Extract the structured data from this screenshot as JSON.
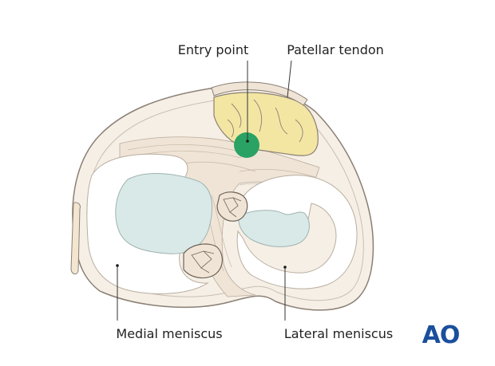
{
  "labels": {
    "entry_point": "Entry point",
    "patellar_tendon": "Patellar tendon",
    "medial_meniscus": "Medial meniscus",
    "lateral_meniscus": "Lateral meniscus"
  },
  "logo": {
    "text": "AO",
    "color": "#1a4f9c"
  },
  "colors": {
    "bone_fill": "#f6efe6",
    "outline": "#8a7f74",
    "meniscus": "#ffffff",
    "cartilage": "#d9e9e8",
    "tendon": "#f3e6a3",
    "entry_point": "#2aa263"
  }
}
